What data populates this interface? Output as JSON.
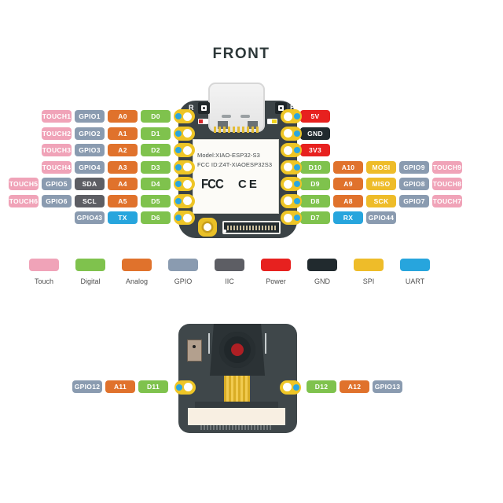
{
  "title": "FRONT",
  "colors": {
    "touch": "#f0a3b8",
    "digital": "#7fc24d",
    "analog": "#e0722c",
    "gpio": "#8a9bb0",
    "iic": "#5d5e64",
    "power": "#e7211f",
    "gnd": "#212a2e",
    "spi": "#eebc29",
    "uart": "#27a5dd",
    "pad_gold": "#eec526",
    "pad_hole": "#ffffff",
    "pin_dot": "#2aa6df",
    "board_body": "#3b4346"
  },
  "board": {
    "model_line1": "Model:XIAO-ESP32-S3",
    "model_line2": "FCC ID:Z4T-XIAOESP32S3",
    "reset_button_label": "R",
    "boot_button_label": "B",
    "fcc_mark": "FCC",
    "ce_mark": "CE"
  },
  "front_pins": {
    "left": [
      [
        {
          "label": "TOUCH1",
          "type": "touch"
        },
        {
          "label": "GPIO1",
          "type": "gpio"
        },
        {
          "label": "A0",
          "type": "analog"
        },
        {
          "label": "D0",
          "type": "digital"
        }
      ],
      [
        {
          "label": "TOUCH2",
          "type": "touch"
        },
        {
          "label": "GPIO2",
          "type": "gpio"
        },
        {
          "label": "A1",
          "type": "analog"
        },
        {
          "label": "D1",
          "type": "digital"
        }
      ],
      [
        {
          "label": "TOUCH3",
          "type": "touch"
        },
        {
          "label": "GPIO3",
          "type": "gpio"
        },
        {
          "label": "A2",
          "type": "analog"
        },
        {
          "label": "D2",
          "type": "digital"
        }
      ],
      [
        {
          "label": "TOUCH4",
          "type": "touch"
        },
        {
          "label": "GPIO4",
          "type": "gpio"
        },
        {
          "label": "A3",
          "type": "analog"
        },
        {
          "label": "D3",
          "type": "digital"
        }
      ],
      [
        {
          "label": "TOUCH5",
          "type": "touch"
        },
        {
          "label": "GPIO5",
          "type": "gpio"
        },
        {
          "label": "SDA",
          "type": "iic"
        },
        {
          "label": "A4",
          "type": "analog"
        },
        {
          "label": "D4",
          "type": "digital"
        }
      ],
      [
        {
          "label": "TOUCH6",
          "type": "touch"
        },
        {
          "label": "GPIO6",
          "type": "gpio"
        },
        {
          "label": "SCL",
          "type": "iic"
        },
        {
          "label": "A5",
          "type": "analog"
        },
        {
          "label": "D5",
          "type": "digital"
        }
      ],
      [
        {
          "label": "GPIO43",
          "type": "gpio"
        },
        {
          "label": "TX",
          "type": "uart"
        },
        {
          "label": "D6",
          "type": "digital"
        }
      ]
    ],
    "right": [
      [
        {
          "label": "5V",
          "type": "power"
        }
      ],
      [
        {
          "label": "GND",
          "type": "gnd"
        }
      ],
      [
        {
          "label": "3V3",
          "type": "power"
        }
      ],
      [
        {
          "label": "D10",
          "type": "digital"
        },
        {
          "label": "A10",
          "type": "analog"
        },
        {
          "label": "MOSI",
          "type": "spi"
        },
        {
          "label": "GPIO9",
          "type": "gpio"
        },
        {
          "label": "TOUCH9",
          "type": "touch"
        }
      ],
      [
        {
          "label": "D9",
          "type": "digital"
        },
        {
          "label": "A9",
          "type": "analog"
        },
        {
          "label": "MISO",
          "type": "spi"
        },
        {
          "label": "GPIO8",
          "type": "gpio"
        },
        {
          "label": "TOUCH8",
          "type": "touch"
        }
      ],
      [
        {
          "label": "D8",
          "type": "digital"
        },
        {
          "label": "A8",
          "type": "analog"
        },
        {
          "label": "SCK",
          "type": "spi"
        },
        {
          "label": "GPIO7",
          "type": "gpio"
        },
        {
          "label": "TOUCH7",
          "type": "touch"
        }
      ],
      [
        {
          "label": "D7",
          "type": "digital"
        },
        {
          "label": "RX",
          "type": "uart"
        },
        {
          "label": "GPIO44",
          "type": "gpio"
        }
      ]
    ]
  },
  "legend": [
    {
      "label": "Touch",
      "type": "touch"
    },
    {
      "label": "Digital",
      "type": "digital"
    },
    {
      "label": "Analog",
      "type": "analog"
    },
    {
      "label": "GPIO",
      "type": "gpio"
    },
    {
      "label": "IIC",
      "type": "iic"
    },
    {
      "label": "Power",
      "type": "power"
    },
    {
      "label": "GND",
      "type": "gnd"
    },
    {
      "label": "SPI",
      "type": "spi"
    },
    {
      "label": "UART",
      "type": "uart"
    }
  ],
  "camera_pins": {
    "left": [
      {
        "label": "GPIO12",
        "type": "gpio"
      },
      {
        "label": "A11",
        "type": "analog"
      },
      {
        "label": "D11",
        "type": "digital"
      }
    ],
    "right": [
      {
        "label": "D12",
        "type": "digital"
      },
      {
        "label": "A12",
        "type": "analog"
      },
      {
        "label": "GPIO13",
        "type": "gpio"
      }
    ]
  }
}
